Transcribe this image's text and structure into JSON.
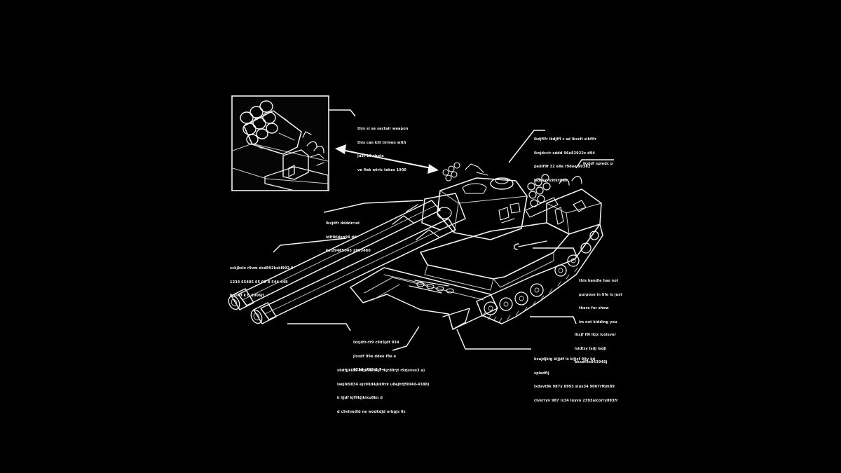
{
  "diagram": {
    "background": "#000000",
    "line_color": "#f4f4f4",
    "components": [
      "inset-box",
      "tank-hull",
      "tank-turret",
      "twin-gun-barrels",
      "rocket-launcher",
      "tracks",
      "side-skirt",
      "arrow"
    ]
  },
  "callouts": [
    {
      "id": "weapon-note",
      "lines": [
        "this si se sectair weapon",
        "this can kill tirmen with",
        "just 10 shots",
        "ve flak wtric takes 1900"
      ]
    },
    {
      "id": "turret-top-note",
      "lines": [
        "lkdjflfr lkdjffl c sd lkxclt slkflfr",
        "lkxjdccir sddd 96e82922x d94",
        "pedlf9f 32 e8e r9dee 90382",
        "lsdf sd s9tktitee"
      ]
    },
    {
      "id": "right-top-note",
      "lines": [
        "lkxjdf spiedc p"
      ]
    },
    {
      "id": "upper-left-note",
      "lines": [
        "lkxjdfr ddddrrud",
        "ldlflkldep98 dd",
        "ksl29485045 2893480"
      ]
    },
    {
      "id": "barrel-note",
      "lines": [
        "sckjkslx r9vm dcd892kskl992 9",
        "1234 65485 65 00 8 544 448",
        "bdjlrlf k 0 d906jf"
      ]
    },
    {
      "id": "handle-note",
      "lines": [
        "this handle has not",
        "purpose in life is just",
        "there for show",
        "im not kidding you"
      ]
    },
    {
      "id": "track-note",
      "lines": [
        "lkxjf f9l lkjx ioxlsver",
        "lsldlxy lsdj lsdjl",
        "ekxdf9x843948j"
      ]
    },
    {
      "id": "hull-front-note",
      "lines": [
        "lkxjdfr-fr9 c9d3jdf 934",
        "jlxsdf 99e ddee f8e e",
        "1234- 795-7 7--"
      ]
    },
    {
      "id": "skirt-note",
      "lines": [
        "kxajdjklg kljjdf ls kljjsf 98y kd",
        "spiedfij",
        "lxdsvt8k 987y 8993 sluy34 9067rfbm89",
        "clvsrryv 987 lx34 luyvo 2393alcorry893fr"
      ]
    },
    {
      "id": "bottom-note",
      "lines": [
        "sbdfjjkl85 9djk9kl9kjf lkjr89rjt r9rjsvus3 a)",
        "lakjlk9834 ejx98d4jkkltrk u8ejhfjf9040-4388)",
        "k ljjdf kjf9kjjklxu8kn d",
        "d c9xhmdld ne wodkdjd orbgjs 0z"
      ]
    }
  ]
}
